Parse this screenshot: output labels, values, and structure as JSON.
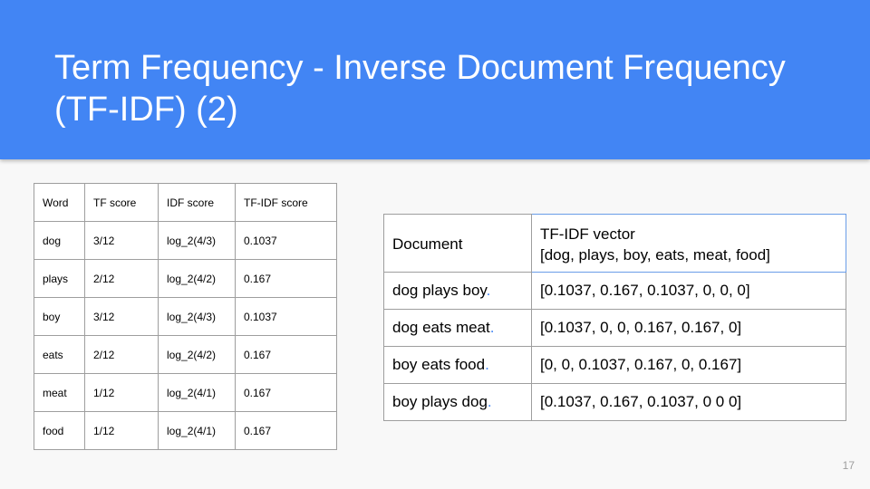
{
  "slide": {
    "title": "Term Frequency - Inverse Document Frequency (TF-IDF) (2)",
    "page_number": "17"
  },
  "score_table": {
    "headers": [
      "Word",
      "TF  score",
      "IDF  score",
      "TF-IDF  score"
    ],
    "rows": [
      [
        "dog",
        "3/12",
        "log_2(4/3)",
        "0.1037"
      ],
      [
        "plays",
        "2/12",
        "log_2(4/2)",
        "0.167"
      ],
      [
        "boy",
        "3/12",
        "log_2(4/3)",
        "0.1037"
      ],
      [
        "eats",
        "2/12",
        "log_2(4/2)",
        "0.167"
      ],
      [
        "meat",
        "1/12",
        "log_2(4/1)",
        "0.167"
      ],
      [
        "food",
        "1/12",
        "log_2(4/1)",
        "0.167"
      ]
    ]
  },
  "vector_table": {
    "header_document": "Document",
    "header_vector_line1": "TF-IDF vector",
    "header_vector_line2": "[dog, plays, boy, eats, meat, food]",
    "rows": [
      {
        "document": "dog plays boy",
        "period": ".",
        "vector": "[0.1037, 0.167, 0.1037, 0, 0, 0]"
      },
      {
        "document": "dog eats meat",
        "period": ".",
        "vector": "[0.1037, 0, 0, 0.167, 0.167, 0]"
      },
      {
        "document": "boy eats food",
        "period": ".",
        "vector": "[0, 0, 0.1037, 0.167, 0, 0.167]"
      },
      {
        "document": "boy plays dog",
        "period": ".",
        "vector": "[0.1037, 0.167, 0.1037, 0 0 0]"
      }
    ]
  },
  "colors": {
    "header_band": "#4285f4",
    "period_accent": "#4285f4"
  }
}
